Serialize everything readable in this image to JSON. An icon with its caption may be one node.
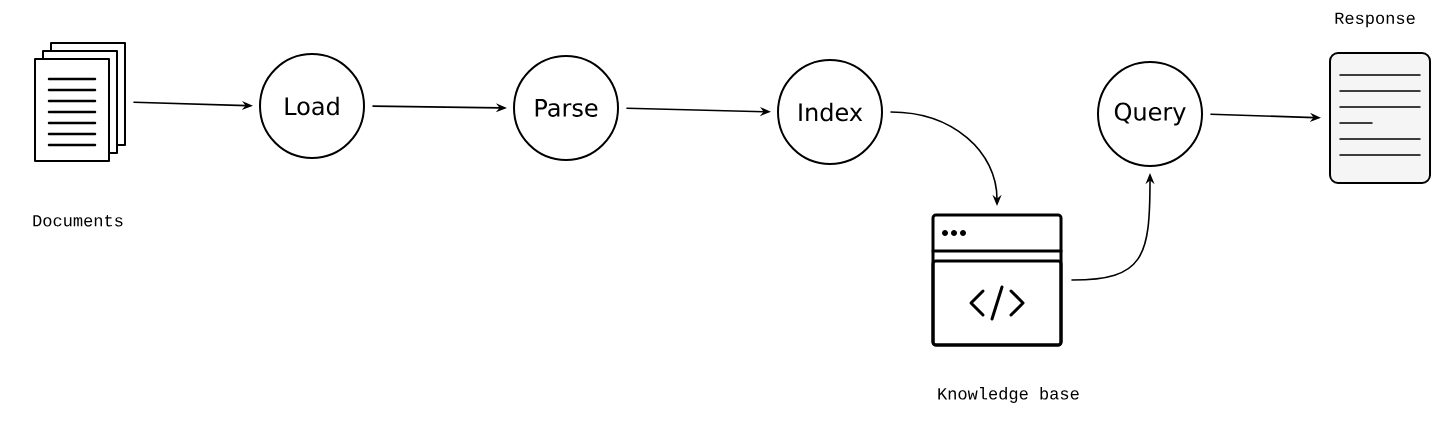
{
  "diagram": {
    "nodes": [
      {
        "text": [],
        "shape": "document",
        "beside": [
          "Documents"
        ]
      },
      {
        "text": [
          "Load"
        ]
      },
      {
        "text": [
          "Parse"
        ]
      },
      {
        "text": [
          "Index"
        ]
      },
      {
        "text": [],
        "shape": "window",
        "beside": [
          "Knowledge base"
        ]
      },
      {
        "text": [
          "Query"
        ]
      },
      {
        "text": [],
        "shape": "page",
        "beside": [
          "Response"
        ]
      }
    ],
    "edges": [
      {
        "from": 0,
        "to": 1,
        "arrow": "to"
      },
      {
        "from": 1,
        "to": 2,
        "arrow": "to"
      },
      {
        "from": 2,
        "to": 3,
        "arrow": "to"
      },
      {
        "from": 3,
        "to": 4,
        "arrow": "to"
      },
      {
        "from": 4,
        "to": 5,
        "arrow": "to"
      },
      {
        "from": 5,
        "to": 6,
        "arrow": "to"
      }
    ]
  }
}
